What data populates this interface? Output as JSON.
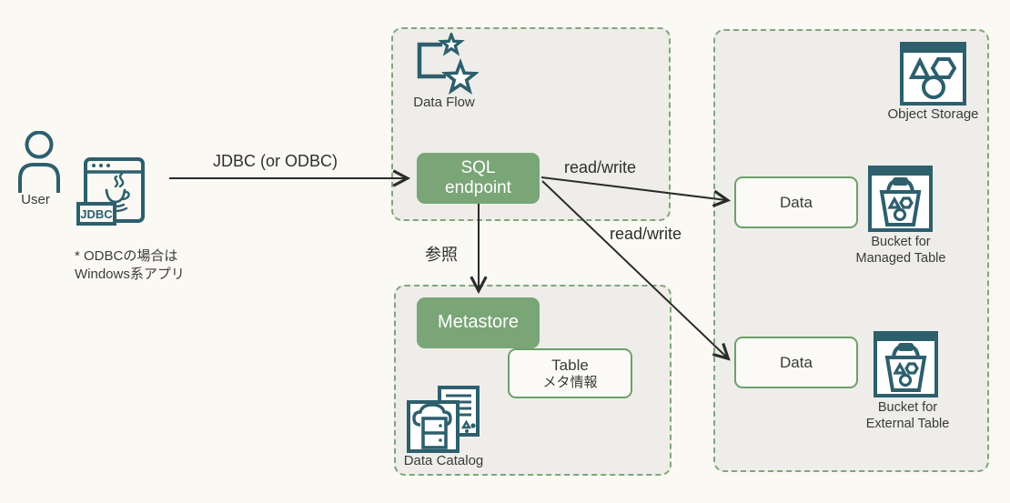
{
  "colors": {
    "background": "#fbf9f4",
    "container_fill": "#eeedea",
    "container_border_green": "#7fa779",
    "solid_green": "#7aa577",
    "box_border_green": "#6ca06a",
    "icon_teal": "#2d5f6d",
    "arrow": "#2b2b2b"
  },
  "user": {
    "label": "User",
    "app_badge": "JDBC",
    "note_line1": "* ODBCの場合は",
    "note_line2": "Windows系アプリ"
  },
  "connections": {
    "jdbc_label": "JDBC (or ODBC)",
    "read_write_top": "read/write",
    "read_write_bottom": "read/write",
    "reference_label": "参照"
  },
  "data_flow": {
    "title": "Data Flow",
    "sql_endpoint_line1": "SQL",
    "sql_endpoint_line2": "endpoint"
  },
  "metastore": {
    "box_label": "Metastore",
    "table_meta_line1": "Table",
    "table_meta_line2": "メタ情報",
    "data_catalog_label": "Data Catalog"
  },
  "object_storage": {
    "title": "Object Storage",
    "data_top_label": "Data",
    "data_bottom_label": "Data",
    "bucket_managed_line1": "Bucket for",
    "bucket_managed_line2": "Managed Table",
    "bucket_external_line1": "Bucket for",
    "bucket_external_line2": "External Table"
  }
}
